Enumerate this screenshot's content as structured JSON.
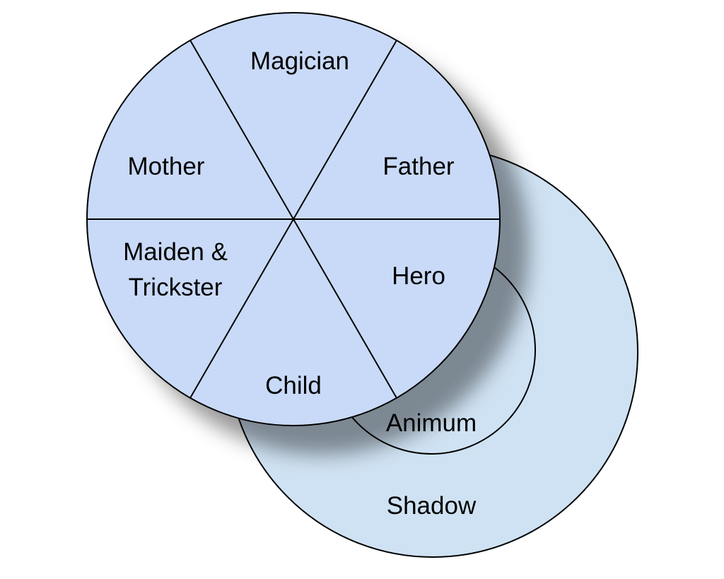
{
  "diagram": {
    "segments": [
      "Magician",
      "Father",
      "Hero",
      "Child",
      "Maiden &",
      "Trickster",
      "Mother"
    ],
    "labels": {
      "magician": "Magician",
      "father": "Father",
      "hero": "Hero",
      "child": "Child",
      "maiden_line1": "Maiden &",
      "maiden_line2": "Trickster",
      "mother": "Mother",
      "animum": "Animum",
      "shadow": "Shadow"
    },
    "colors": {
      "main_circle": "#c9daf8",
      "back_circle": "#cfe2f3",
      "stroke": "#000000"
    }
  }
}
